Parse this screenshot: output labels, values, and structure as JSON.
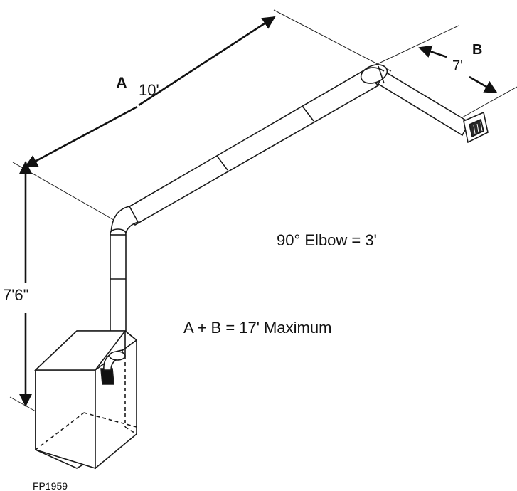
{
  "labels": {
    "segment_a_letter": "A",
    "segment_a_length": "10'",
    "segment_b_letter": "B",
    "segment_b_length": "7'",
    "vertical_height": "7'6\"",
    "elbow_rule": "90° Elbow = 3'",
    "max_rule": "A + B = 17' Maximum",
    "figure_code": "FP1959"
  },
  "colors": {
    "line": "#1a1a1a",
    "pipe_fill": "#ffffff",
    "background": "#ffffff"
  }
}
